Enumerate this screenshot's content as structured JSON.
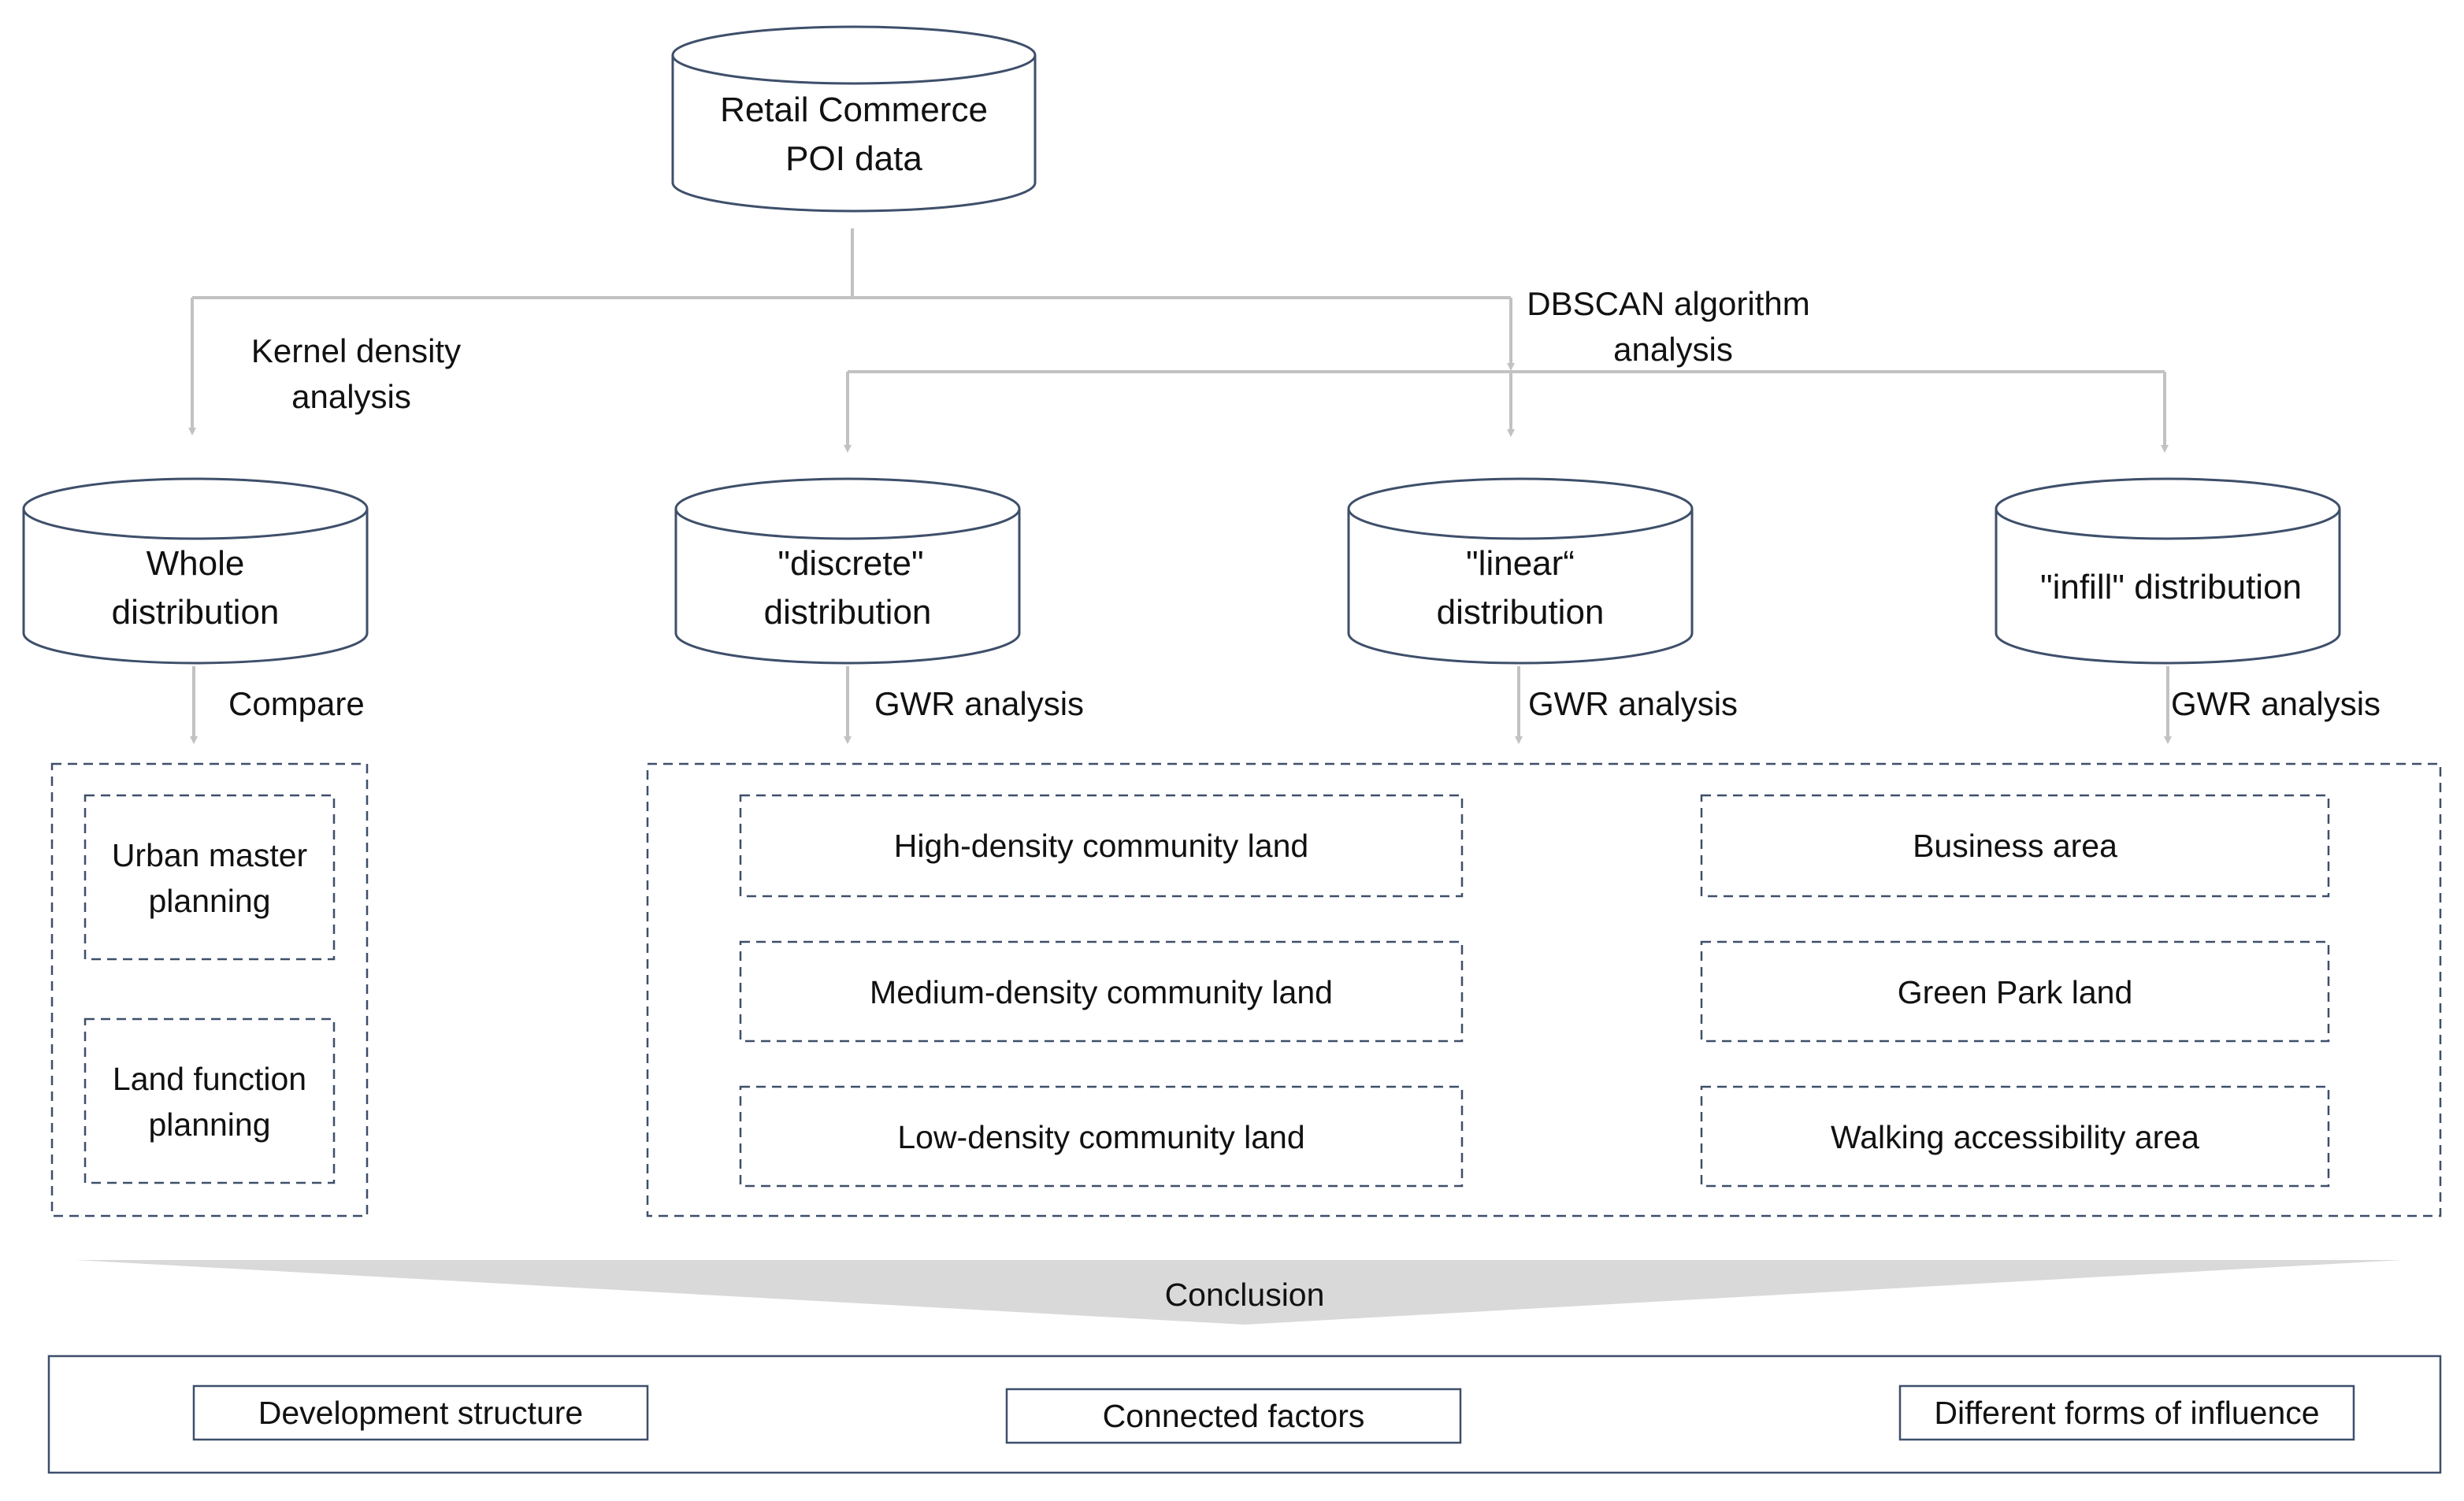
{
  "source": {
    "line1": "Retail Commerce",
    "line2": "POI data"
  },
  "edge_labels": {
    "kernel_line1": "Kernel density",
    "kernel_line2": "analysis",
    "dbscan_line1": "DBSCAN algorithm",
    "dbscan_line2": "analysis",
    "compare": "Compare",
    "gwr_discrete": "GWR analysis",
    "gwr_linear": "GWR analysis",
    "gwr_infill": "GWR analysis"
  },
  "distributions": {
    "whole": {
      "line1": "Whole",
      "line2": "distribution"
    },
    "discrete": {
      "line1": "\"discrete\"",
      "line2": "distribution"
    },
    "linear": {
      "line1": "\"linear“",
      "line2": "distribution"
    },
    "infill": {
      "line1": "\"infill\" distribution"
    }
  },
  "planning": {
    "urban_line1": "Urban master",
    "urban_line2": "planning",
    "land_line1": "Land function",
    "land_line2": "planning"
  },
  "land_types": {
    "high": "High-density community land",
    "medium": "Medium-density community land",
    "low": "Low-density community land",
    "business": "Business area",
    "green": "Green Park land",
    "walking": "Walking accessibility area"
  },
  "conclusion": "Conclusion",
  "results": {
    "development": "Development structure",
    "connected": "Connected factors",
    "influence": "Different forms of influence"
  },
  "colors": {
    "connector": "#c2c2c2",
    "outline": "#3e4f6a",
    "banner": "#d9d9d9"
  }
}
